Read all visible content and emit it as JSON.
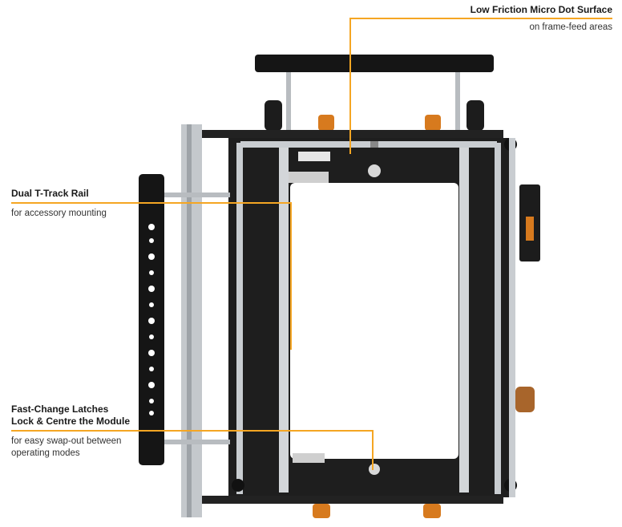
{
  "accent_color": "#f5a623",
  "callouts": {
    "micro_dot": {
      "title": "Low Friction Micro Dot Surface",
      "subtitle": "on frame-feed areas"
    },
    "t_track": {
      "title": "Dual T-Track Rail",
      "subtitle": "for accessory mounting"
    },
    "latches": {
      "title_line1": "Fast-Change Latches",
      "title_line2": "Lock & Centre the Module",
      "subtitle_line1": "for easy swap-out between",
      "subtitle_line2": "operating modes"
    }
  }
}
